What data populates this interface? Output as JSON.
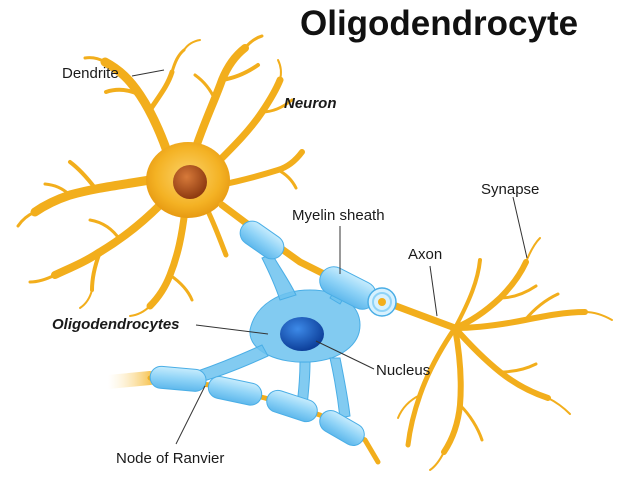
{
  "title": "Oligodendrocyte",
  "labels": {
    "dendrite": "Dendrite",
    "neuron": "Neuron",
    "myelin_sheath": "Myelin sheath",
    "synapse": "Synapse",
    "axon": "Axon",
    "oligodendrocytes": "Oligodendrocytes",
    "nucleus": "Nucleus",
    "node_of_ranvier": "Node of Ranvier"
  },
  "colors": {
    "neuron": "#f2ae1c",
    "neuron_nucleus": "#b5501a",
    "myelin": "#8fd3f7",
    "oligodendrocyte": "#6cc2ef",
    "oligo_nucleus": "#1c5fc4",
    "leader_line": "#333333"
  }
}
